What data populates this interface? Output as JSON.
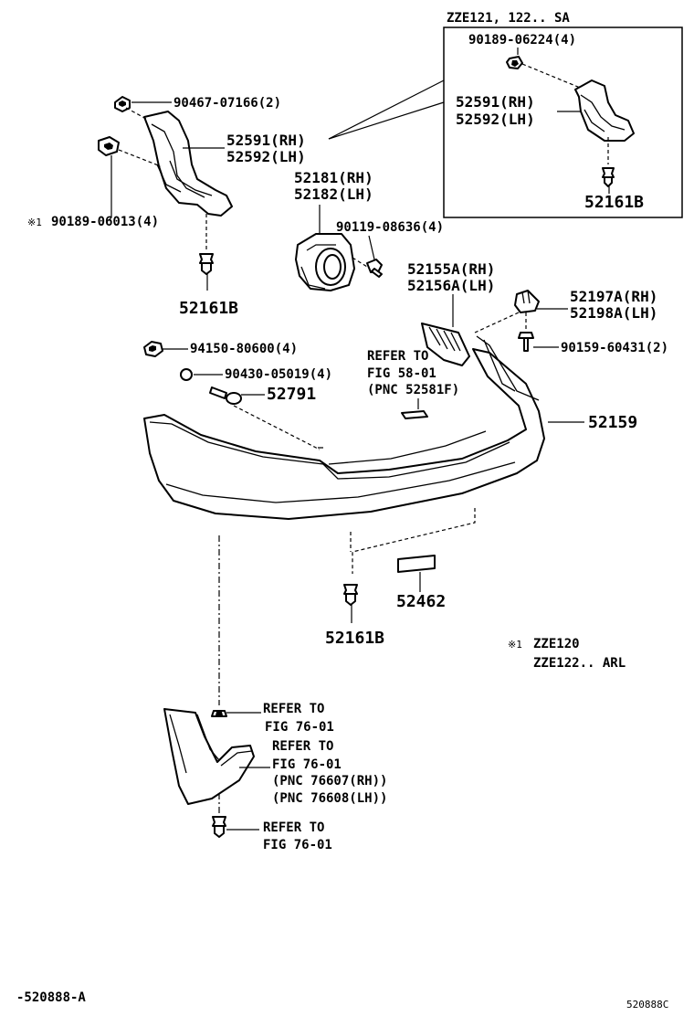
{
  "variant_header": "ZZE121, 122.. SA",
  "parts": {
    "screw_90189_06224": "90189-06224(4)",
    "screw_90467_07166": "90467-07166(2)",
    "liner_main_rh": "52591(RH)",
    "liner_main_lh": "52592(LH)",
    "liner_inset_rh": "52591(RH)",
    "liner_inset_lh": "52592(LH)",
    "retainer_90189_06013": "90189-06013(4)",
    "note_mark": "※1",
    "retainer_52161b_left": "52161B",
    "retainer_52161b_inset": "52161B",
    "retainer_52161b_bottom": "52161B",
    "lamp_rh": "52181(RH)",
    "lamp_lh": "52182(LH)",
    "bolt_90119_08636": "90119-08636(4)",
    "support_rh": "52155A(RH)",
    "support_lh": "52156A(LH)",
    "bracket_rh": "52197A(RH)",
    "bracket_lh": "52198A(LH)",
    "nut_94150_80600": "94150-80600(4)",
    "bolt_90159_60431": "90159-60431(2)",
    "washer_90430_05019": "90430-05019(4)",
    "fastener_52791": "52791",
    "bumper_cover_52159": "52159",
    "pad_52462": "52462"
  },
  "references": {
    "fig58_line1": "REFER TO",
    "fig58_line2": "FIG 58-01",
    "fig58_line3": "(PNC 52581F)",
    "fig76a_line1": "REFER TO",
    "fig76a_line2": "FIG 76-01",
    "fig76b_line1": "REFER TO",
    "fig76b_line2": "FIG 76-01",
    "fig76b_line3": "(PNC 76607(RH))",
    "fig76b_line4": "(PNC 76608(LH))",
    "fig76c_line1": "REFER TO",
    "fig76c_line2": "FIG 76-01"
  },
  "notes": {
    "note1_mark": "※1",
    "note1_line1": "ZZE120",
    "note1_line2": "ZZE122.. ARL"
  },
  "footer": {
    "left_code": "-520888-A",
    "right_code": "520888C"
  }
}
